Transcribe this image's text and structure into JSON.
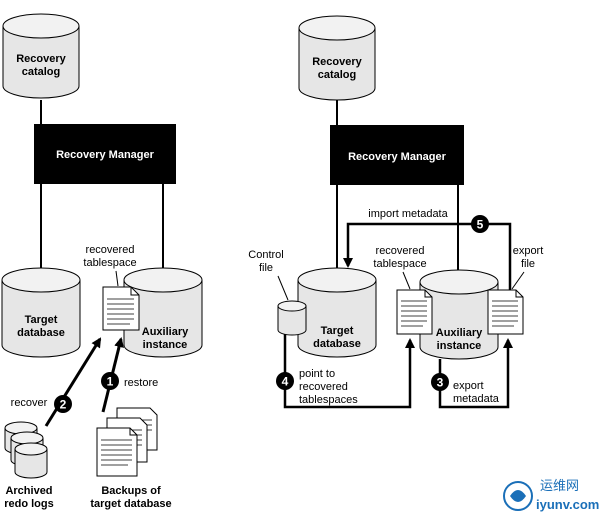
{
  "left": {
    "recovery_catalog": [
      "Recovery",
      "catalog"
    ],
    "recovery_manager": "Recovery Manager",
    "target_database": [
      "Target",
      "database"
    ],
    "auxiliary_instance": [
      "Auxiliary",
      "instance"
    ],
    "recovered_tablespace": [
      "recovered",
      "tablespace"
    ],
    "recover_label": "recover",
    "restore_label": "restore",
    "archived_redo_logs": [
      "Archived",
      "redo logs"
    ],
    "backups": [
      "Backups of",
      "target database"
    ],
    "step_recover": "2",
    "step_restore": "1"
  },
  "right": {
    "recovery_catalog": [
      "Recovery",
      "catalog"
    ],
    "recovery_manager": "Recovery Manager",
    "target_database": [
      "Target",
      "database"
    ],
    "auxiliary_instance": [
      "Auxiliary",
      "instance"
    ],
    "control_file": [
      "Control",
      "file"
    ],
    "recovered_tablespace": [
      "recovered",
      "tablespace"
    ],
    "export_file": [
      "export",
      "file"
    ],
    "import_metadata": "import metadata",
    "point_to": [
      "point to",
      "recovered",
      "tablespaces"
    ],
    "export_metadata": [
      "export",
      "metadata"
    ],
    "step_import": "5",
    "step_point": "4",
    "step_export": "3"
  },
  "watermark": {
    "cn": "运维网",
    "url": "iyunv.com"
  }
}
